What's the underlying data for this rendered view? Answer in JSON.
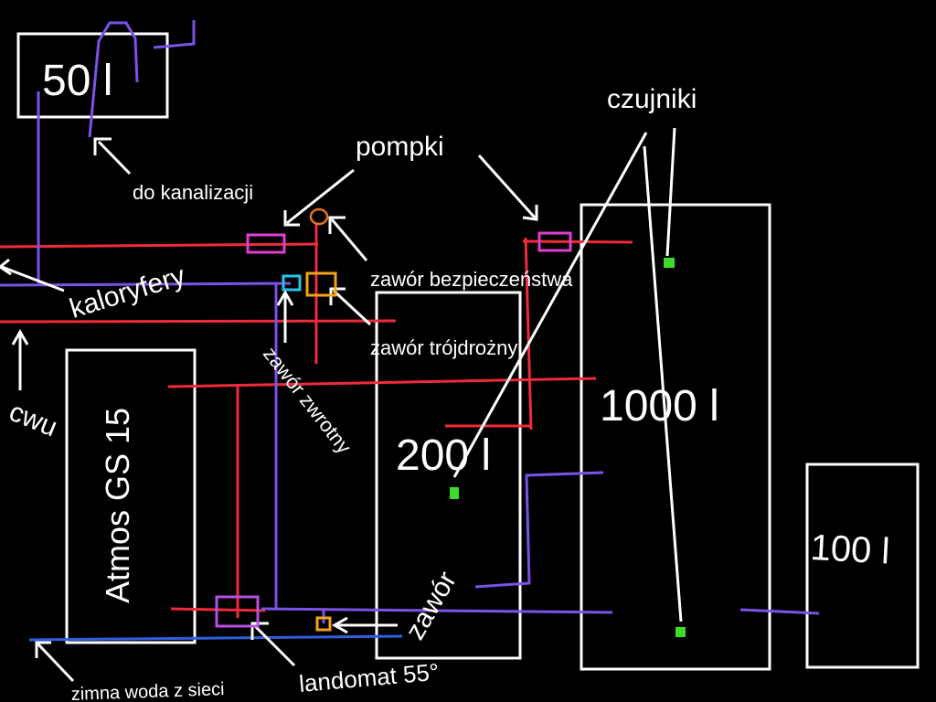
{
  "tanks": {
    "t50": "50 l",
    "t200": "200 l",
    "t1000": "1000 l",
    "t100": "100 l"
  },
  "boiler": "Atmos GS 15",
  "labels": {
    "do_kanalizacji": "do kanalizacji",
    "pompki": "pompki",
    "czujniki": "czujniki",
    "kaloryfery": "kaloryfery",
    "cwu": "cwu",
    "zawor_bezpieczenstwa": "zawór bezpieczeństwa",
    "zawor_trojdrozny": "zawór trójdrożny",
    "zawor_zwrotny": "zawór zwrotny",
    "zawor": "zawór",
    "landomat": "landomat 55°",
    "zimna_woda": "zimna woda z sieci"
  },
  "colors": {
    "hot": "#ef2b3b",
    "return": "#7b52e8",
    "cold": "#2f5fe0",
    "pump": "#e23fd0",
    "sensor": "#3ddc2c",
    "three_way": "#f5a31a",
    "check_valve": "#25c7e8",
    "safety_valve": "#e8751a"
  }
}
